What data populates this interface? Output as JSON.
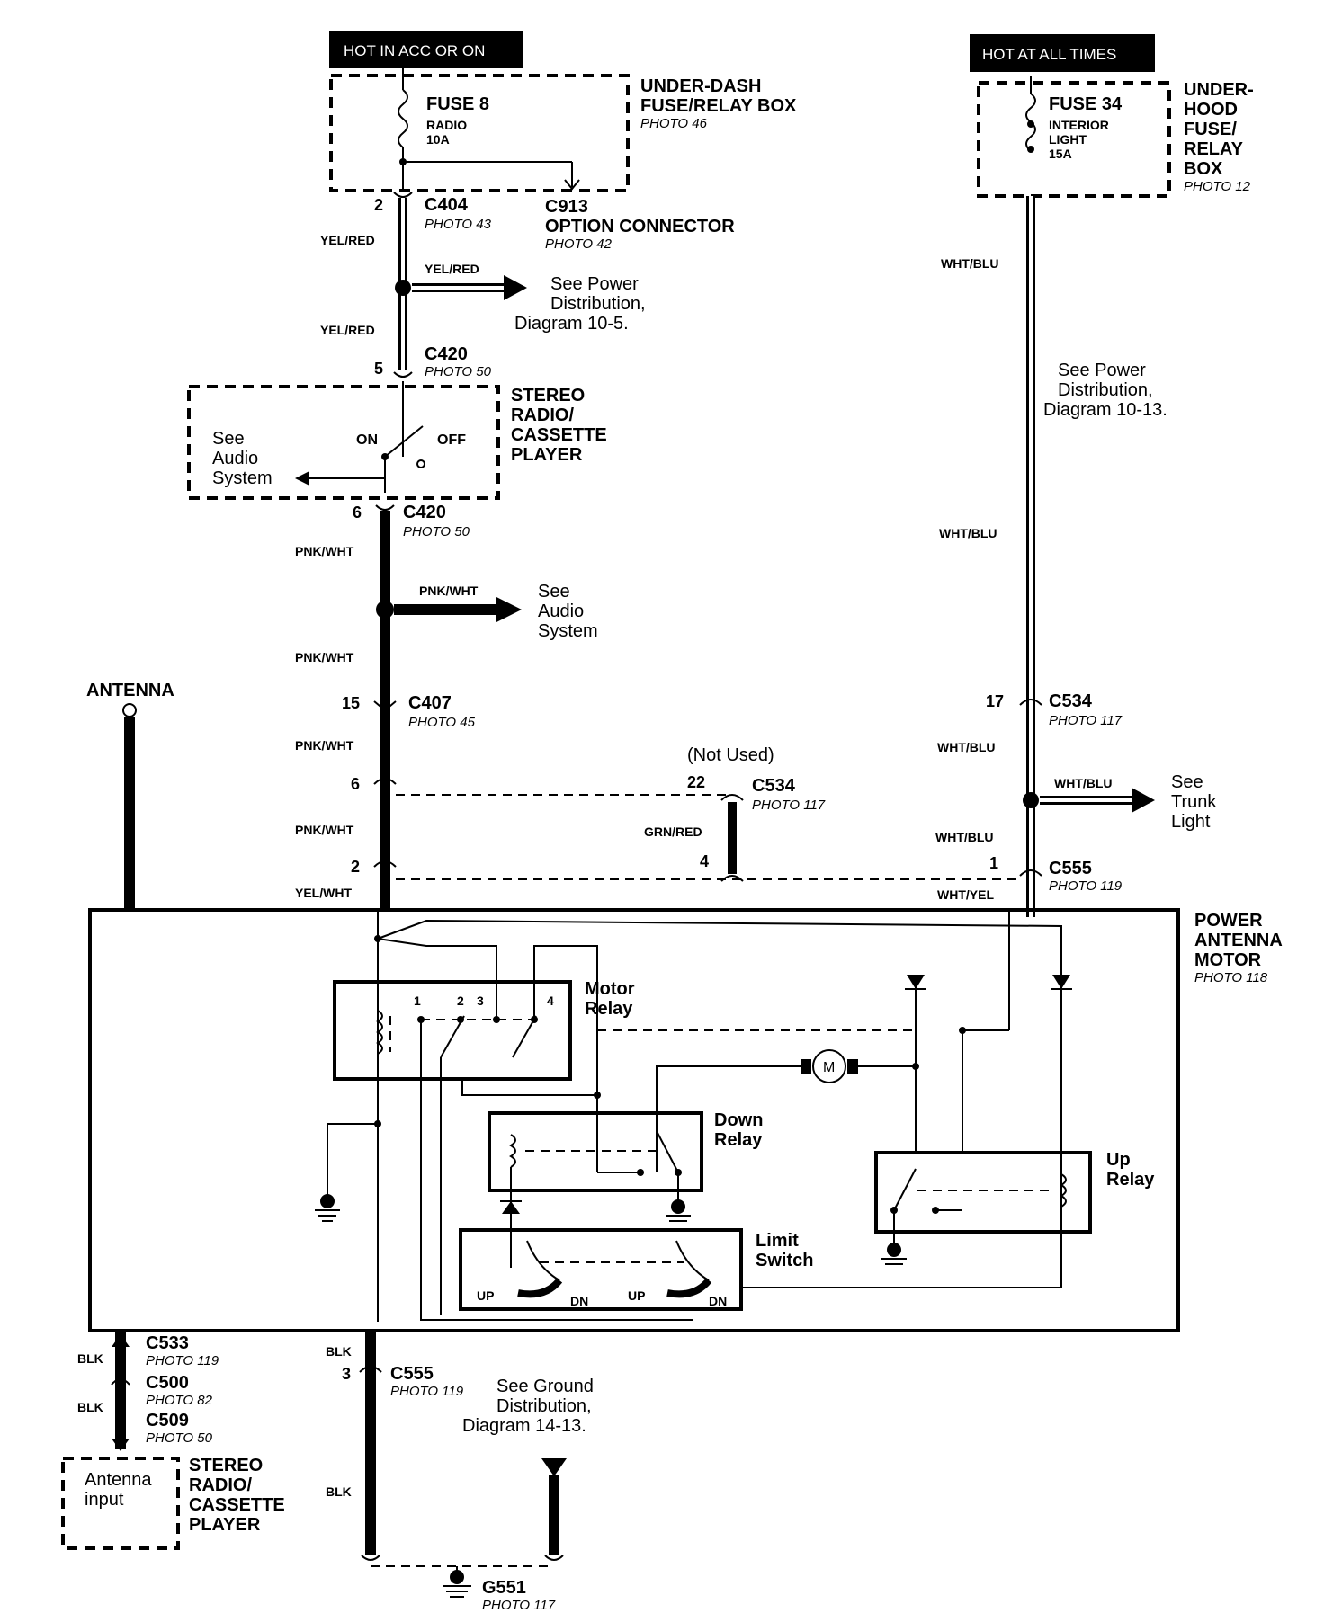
{
  "labels": {
    "hot_acc": "HOT IN ACC OR ON",
    "hot_all": "HOT AT ALL TIMES",
    "fuse8": "FUSE 8",
    "fuse8_radio": "RADIO",
    "fuse8_amp": "10A",
    "underdash_1": "UNDER-DASH",
    "underdash_2": "FUSE/RELAY BOX",
    "underdash_photo": "PHOTO 46",
    "fuse34": "FUSE 34",
    "fuse34_int": "INTERIOR",
    "fuse34_light": "LIGHT",
    "fuse34_amp": "15A",
    "underhood_1": "UNDER-",
    "underhood_2": "HOOD",
    "underhood_3": "FUSE/",
    "underhood_4": "RELAY",
    "underhood_5": "BOX",
    "underhood_photo": "PHOTO 12",
    "c404_pin": "2",
    "c404": "C404",
    "c404_photo": "PHOTO 43",
    "c913": "C913",
    "c913_name": "OPTION CONNECTOR",
    "c913_photo": "PHOTO 42",
    "yelred_1": "YEL/RED",
    "yelred_2": "YEL/RED",
    "yelred_3": "YEL/RED",
    "see_power_1a": "See Power",
    "see_power_1b": "Distribution,",
    "see_power_1c": "Diagram 10-5.",
    "c420a_pin": "5",
    "c420a": "C420",
    "c420a_photo": "PHOTO 50",
    "stereo_1": "STEREO",
    "stereo_2": "RADIO/",
    "stereo_3": "CASSETTE",
    "stereo_4": "PLAYER",
    "on": "ON",
    "off": "OFF",
    "see_audio_1a": "See",
    "see_audio_1b": "Audio",
    "see_audio_1c": "System",
    "c420b_pin": "6",
    "c420b": "C420",
    "c420b_photo": "PHOTO 50",
    "pnkwht_1": "PNK/WHT",
    "pnkwht_2": "PNK/WHT",
    "pnkwht_3": "PNK/WHT",
    "pnkwht_4": "PNK/WHT",
    "pnkwht_5": "PNK/WHT",
    "see_audio_2a": "See",
    "see_audio_2b": "Audio",
    "see_audio_2c": "System",
    "antenna": "ANTENNA",
    "c407_pin": "15",
    "c407": "C407",
    "c407_photo": "PHOTO 45",
    "not_used": "(Not Used)",
    "pin6": "6",
    "pin22": "22",
    "c534a": "C534",
    "c534a_photo": "PHOTO 117",
    "grnred": "GRN/RED",
    "pin2": "2",
    "pin4": "4",
    "yelwht": "YEL/WHT",
    "whtblu_1": "WHT/BLU",
    "whtblu_2": "WHT/BLU",
    "whtblu_3": "WHT/BLU",
    "whtblu_4": "WHT/BLU",
    "whtblu_5": "WHT/BLU",
    "see_power_2a": "See Power",
    "see_power_2b": "Distribution,",
    "see_power_2c": "Diagram 10-13.",
    "c534b_pin": "17",
    "c534b": "C534",
    "c534b_photo": "PHOTO 117",
    "see_trunk_a": "See",
    "see_trunk_b": "Trunk",
    "see_trunk_c": "Light",
    "c555a_pin": "1",
    "c555a": "C555",
    "c555a_photo": "PHOTO 119",
    "whtyel": "WHT/YEL",
    "pam_1": "POWER",
    "pam_2": "ANTENNA",
    "pam_3": "MOTOR",
    "pam_photo": "PHOTO 118",
    "motor_relay_1": "Motor",
    "motor_relay_2": "Relay",
    "mr_p1": "1",
    "mr_p2": "2",
    "mr_p3": "3",
    "mr_p4": "4",
    "motor_m": "M",
    "down_relay_1": "Down",
    "down_relay_2": "Relay",
    "up_relay_1": "Up",
    "up_relay_2": "Relay",
    "limit_1": "Limit",
    "limit_2": "Switch",
    "up_a": "UP",
    "dn_a": "DN",
    "up_b": "UP",
    "dn_b": "DN",
    "c533": "C533",
    "c533_photo": "PHOTO 119",
    "blk_1": "BLK",
    "blk_2": "BLK",
    "blk_3": "BLK",
    "blk_4": "BLK",
    "c500": "C500",
    "c500_photo": "PHOTO 82",
    "c509": "C509",
    "c509_photo": "PHOTO 50",
    "antenna_input_1": "Antenna",
    "antenna_input_2": "input",
    "stereo2_1": "STEREO",
    "stereo2_2": "RADIO/",
    "stereo2_3": "CASSETTE",
    "stereo2_4": "PLAYER",
    "c555b_pin": "3",
    "c555b": "C555",
    "c555b_photo": "PHOTO 119",
    "see_ground_a": "See Ground",
    "see_ground_b": "Distribution,",
    "see_ground_c": "Diagram 14-13.",
    "g551": "G551",
    "g551_photo": "PHOTO 117"
  }
}
